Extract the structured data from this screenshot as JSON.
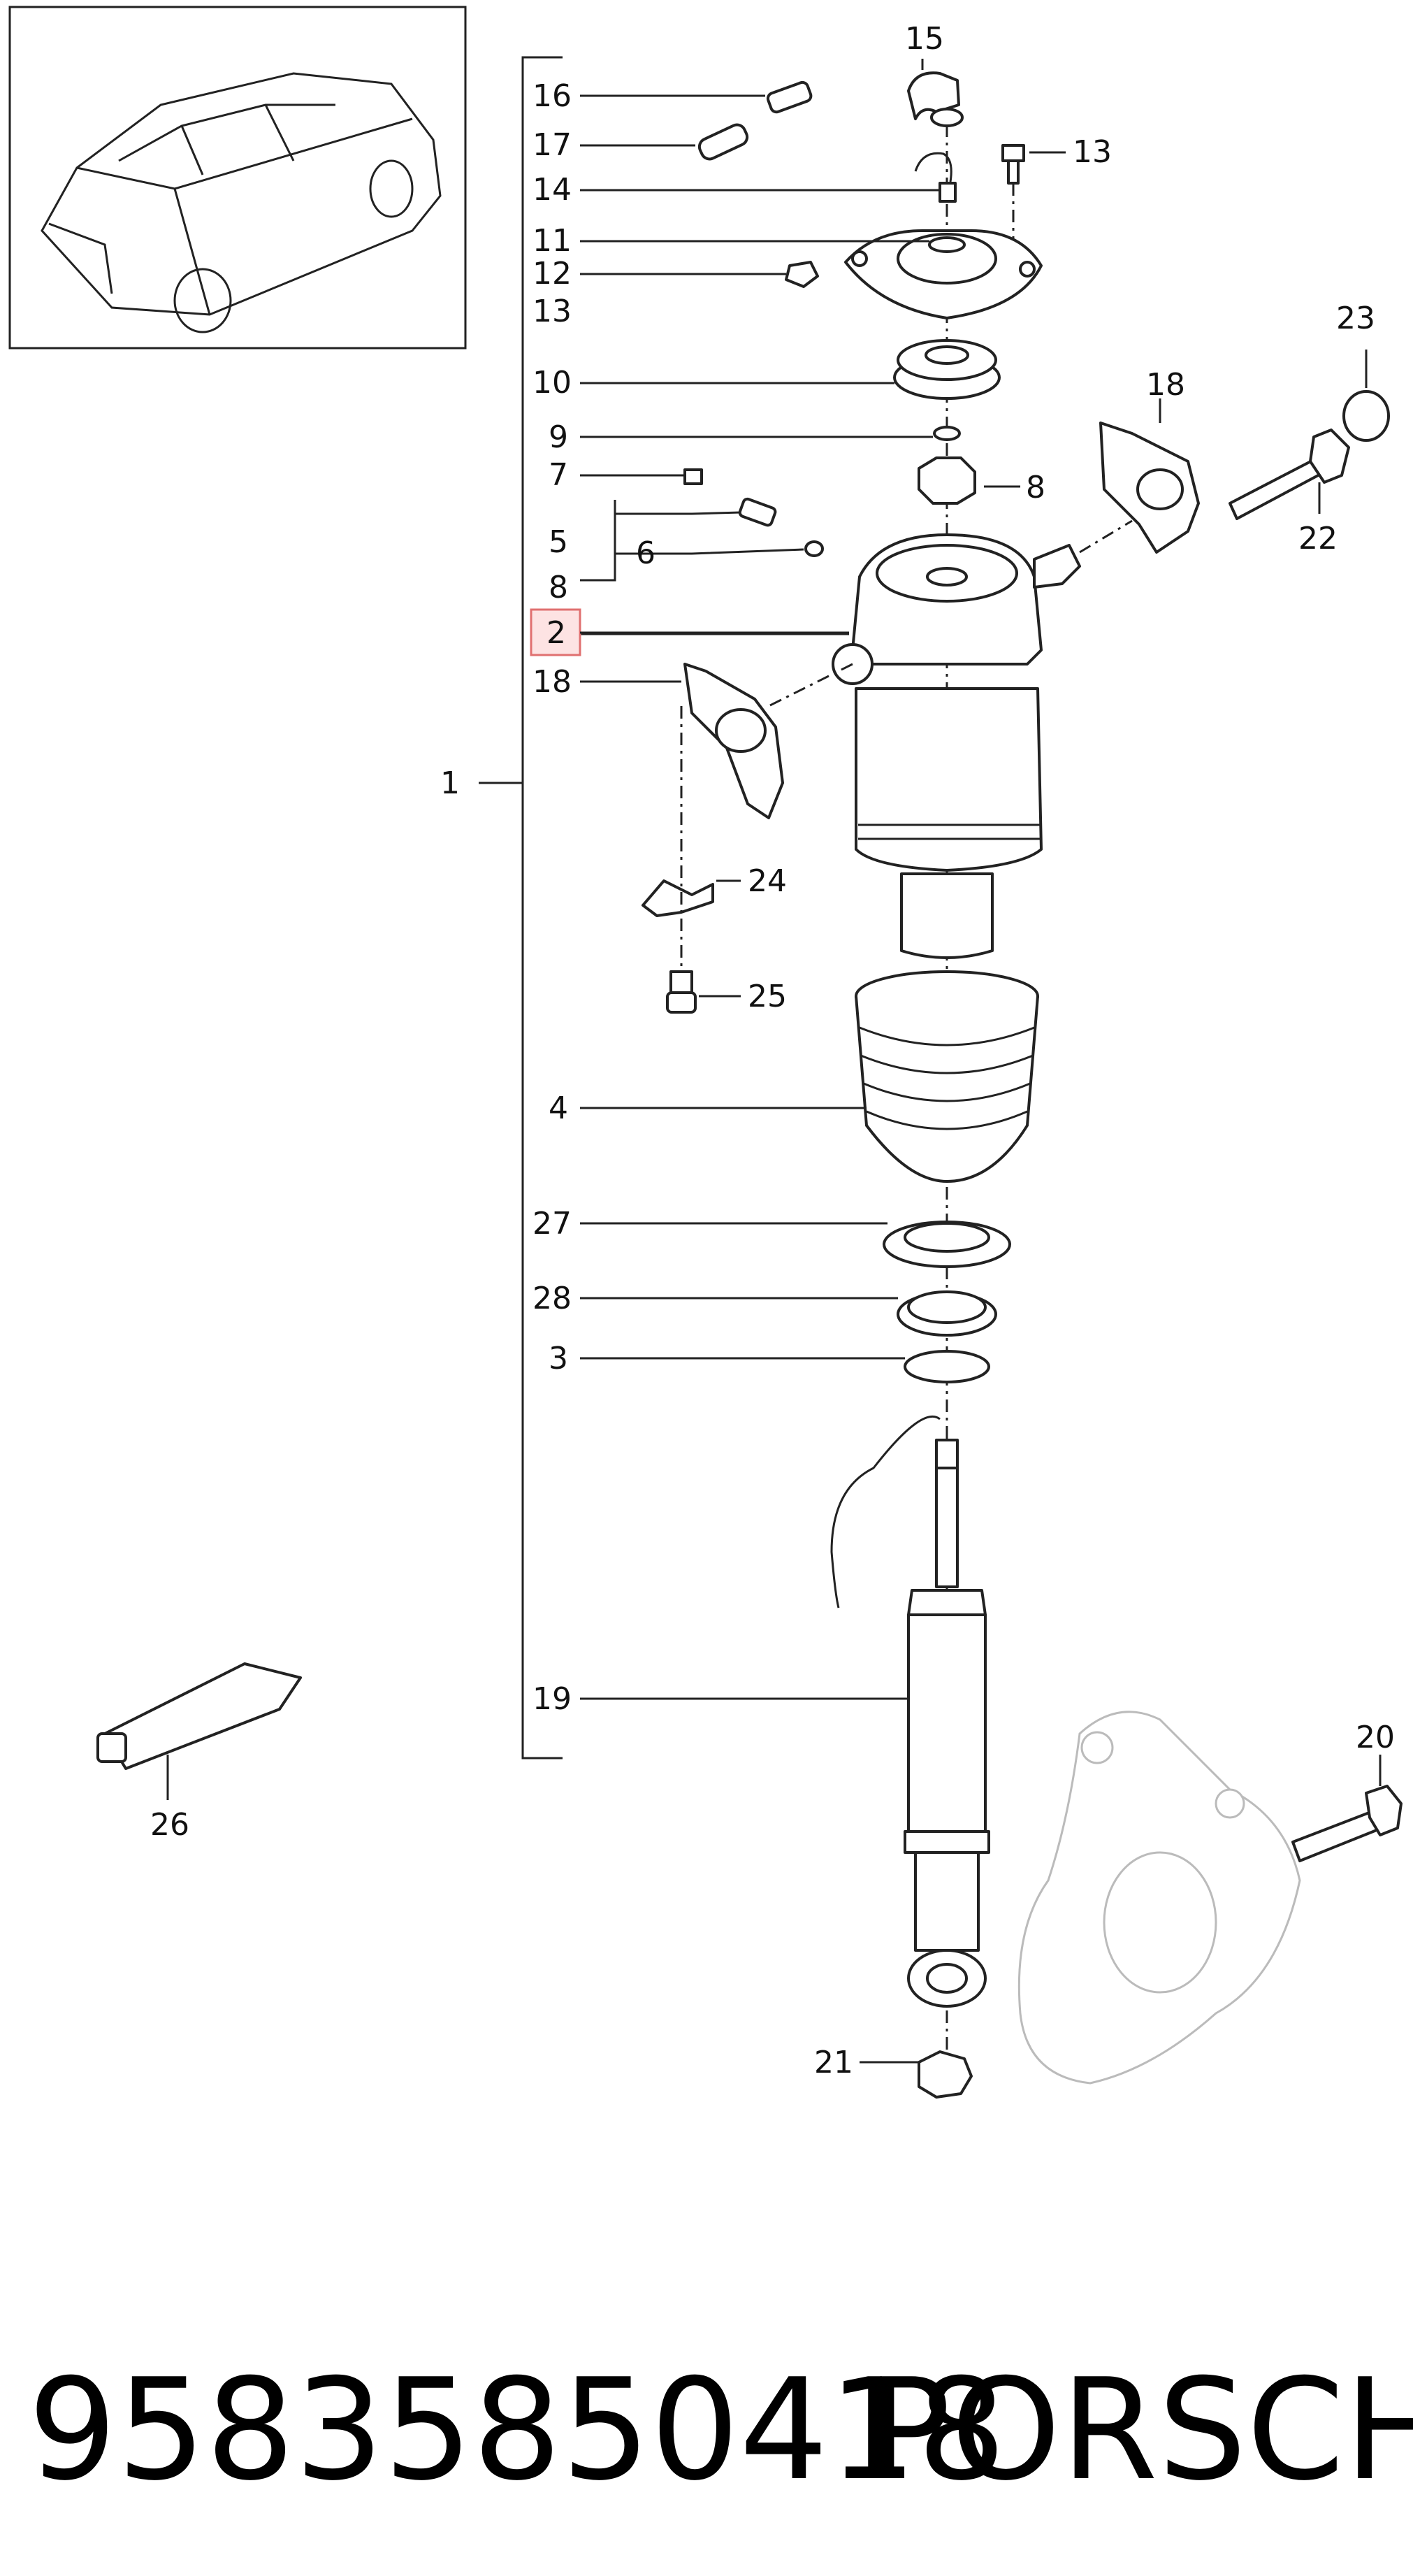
{
  "callouts": {
    "c1": "1",
    "c2": "2",
    "c3": "3",
    "c4": "4",
    "c5": "5",
    "c6": "6",
    "c7": "7",
    "c8a": "8",
    "c8b": "8",
    "c9": "9",
    "c10": "10",
    "c11": "11",
    "c12": "12",
    "c13a": "13",
    "c13b": "13",
    "c14": "14",
    "c15": "15",
    "c16": "16",
    "c17": "17",
    "c18a": "18",
    "c18b": "18",
    "c19": "19",
    "c20": "20",
    "c21": "21",
    "c22": "22",
    "c23": "23",
    "c24": "24",
    "c25": "25",
    "c26": "26",
    "c27": "27",
    "c28": "28"
  },
  "footer": {
    "part_number": "95835850418",
    "brand": "PORSCHE"
  },
  "colors": {
    "highlight_box": "#e07070",
    "highlight_fill": "#fde3e3",
    "line": "#222222",
    "ghost_part": "#bbbbbb"
  }
}
